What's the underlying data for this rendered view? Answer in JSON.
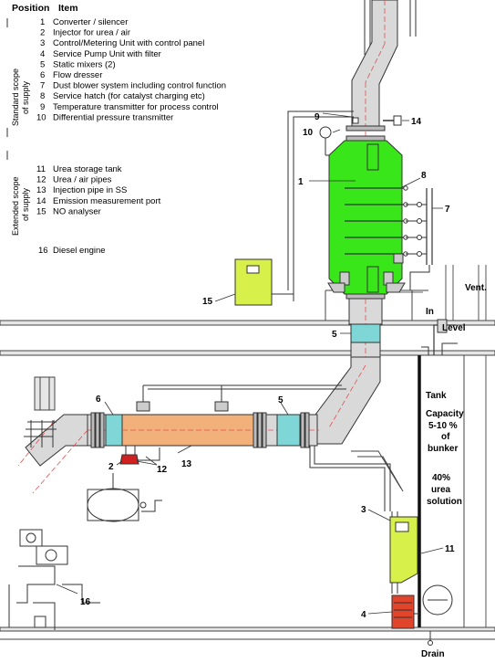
{
  "header": {
    "position": "Position",
    "item": "Item"
  },
  "sides": {
    "standard": [
      "Standard scope",
      "of supply"
    ],
    "extended": [
      "Extended scope",
      "of supply"
    ]
  },
  "legend": [
    {
      "num": "1",
      "text": "Converter / silencer"
    },
    {
      "num": "2",
      "text": "Injector for urea / air"
    },
    {
      "num": "3",
      "text": "Control/Metering Unit with control panel"
    },
    {
      "num": "4",
      "text": "Service Pump Unit with filter"
    },
    {
      "num": "5",
      "text": "Static mixers (2)"
    },
    {
      "num": "6",
      "text": "Flow dresser"
    },
    {
      "num": "7",
      "text": "Dust blower system including control function"
    },
    {
      "num": "8",
      "text": "Service hatch (for catalyst charging etc)"
    },
    {
      "num": "9",
      "text": "Temperature transmitter for process control"
    },
    {
      "num": "10",
      "text": "Differential pressure transmitter"
    },
    {
      "num": "11",
      "text": "Urea storage tank"
    },
    {
      "num": "12",
      "text": "Urea / air pipes"
    },
    {
      "num": "13",
      "text": "Injection pipe in SS"
    },
    {
      "num": "14",
      "text": "Emission measurement port"
    },
    {
      "num": "15",
      "text": "NO analyser"
    },
    {
      "num": "16",
      "text": "Diesel engine"
    }
  ],
  "tank": {
    "vent": "Vent.",
    "in": "In",
    "level": "Level",
    "title": "Tank",
    "capacity": [
      "Capacity",
      "5-10 %",
      "of",
      "bunker"
    ],
    "solution": [
      "40%",
      "urea",
      "solution"
    ],
    "drain": "Drain"
  },
  "callouts": {
    "c1": "1",
    "c2": "2",
    "c3": "3",
    "c4": "4",
    "c5a": "5",
    "c5b": "5",
    "c6": "6",
    "c7": "7",
    "c8": "8",
    "c9": "9",
    "c10": "10",
    "c11": "11",
    "c12": "12",
    "c13": "13",
    "c14": "14",
    "c15": "15",
    "c16": "16"
  },
  "colors": {
    "converter": "#39e61a",
    "injection_pipe": "#f2b07a",
    "mixer": "#7fd6d6",
    "analyser": "#d8f04a",
    "control_unit": "#d8f04a",
    "pump_unit": "#e0452b",
    "pipe": "#d9d9d9",
    "centerline": "#e05050"
  }
}
